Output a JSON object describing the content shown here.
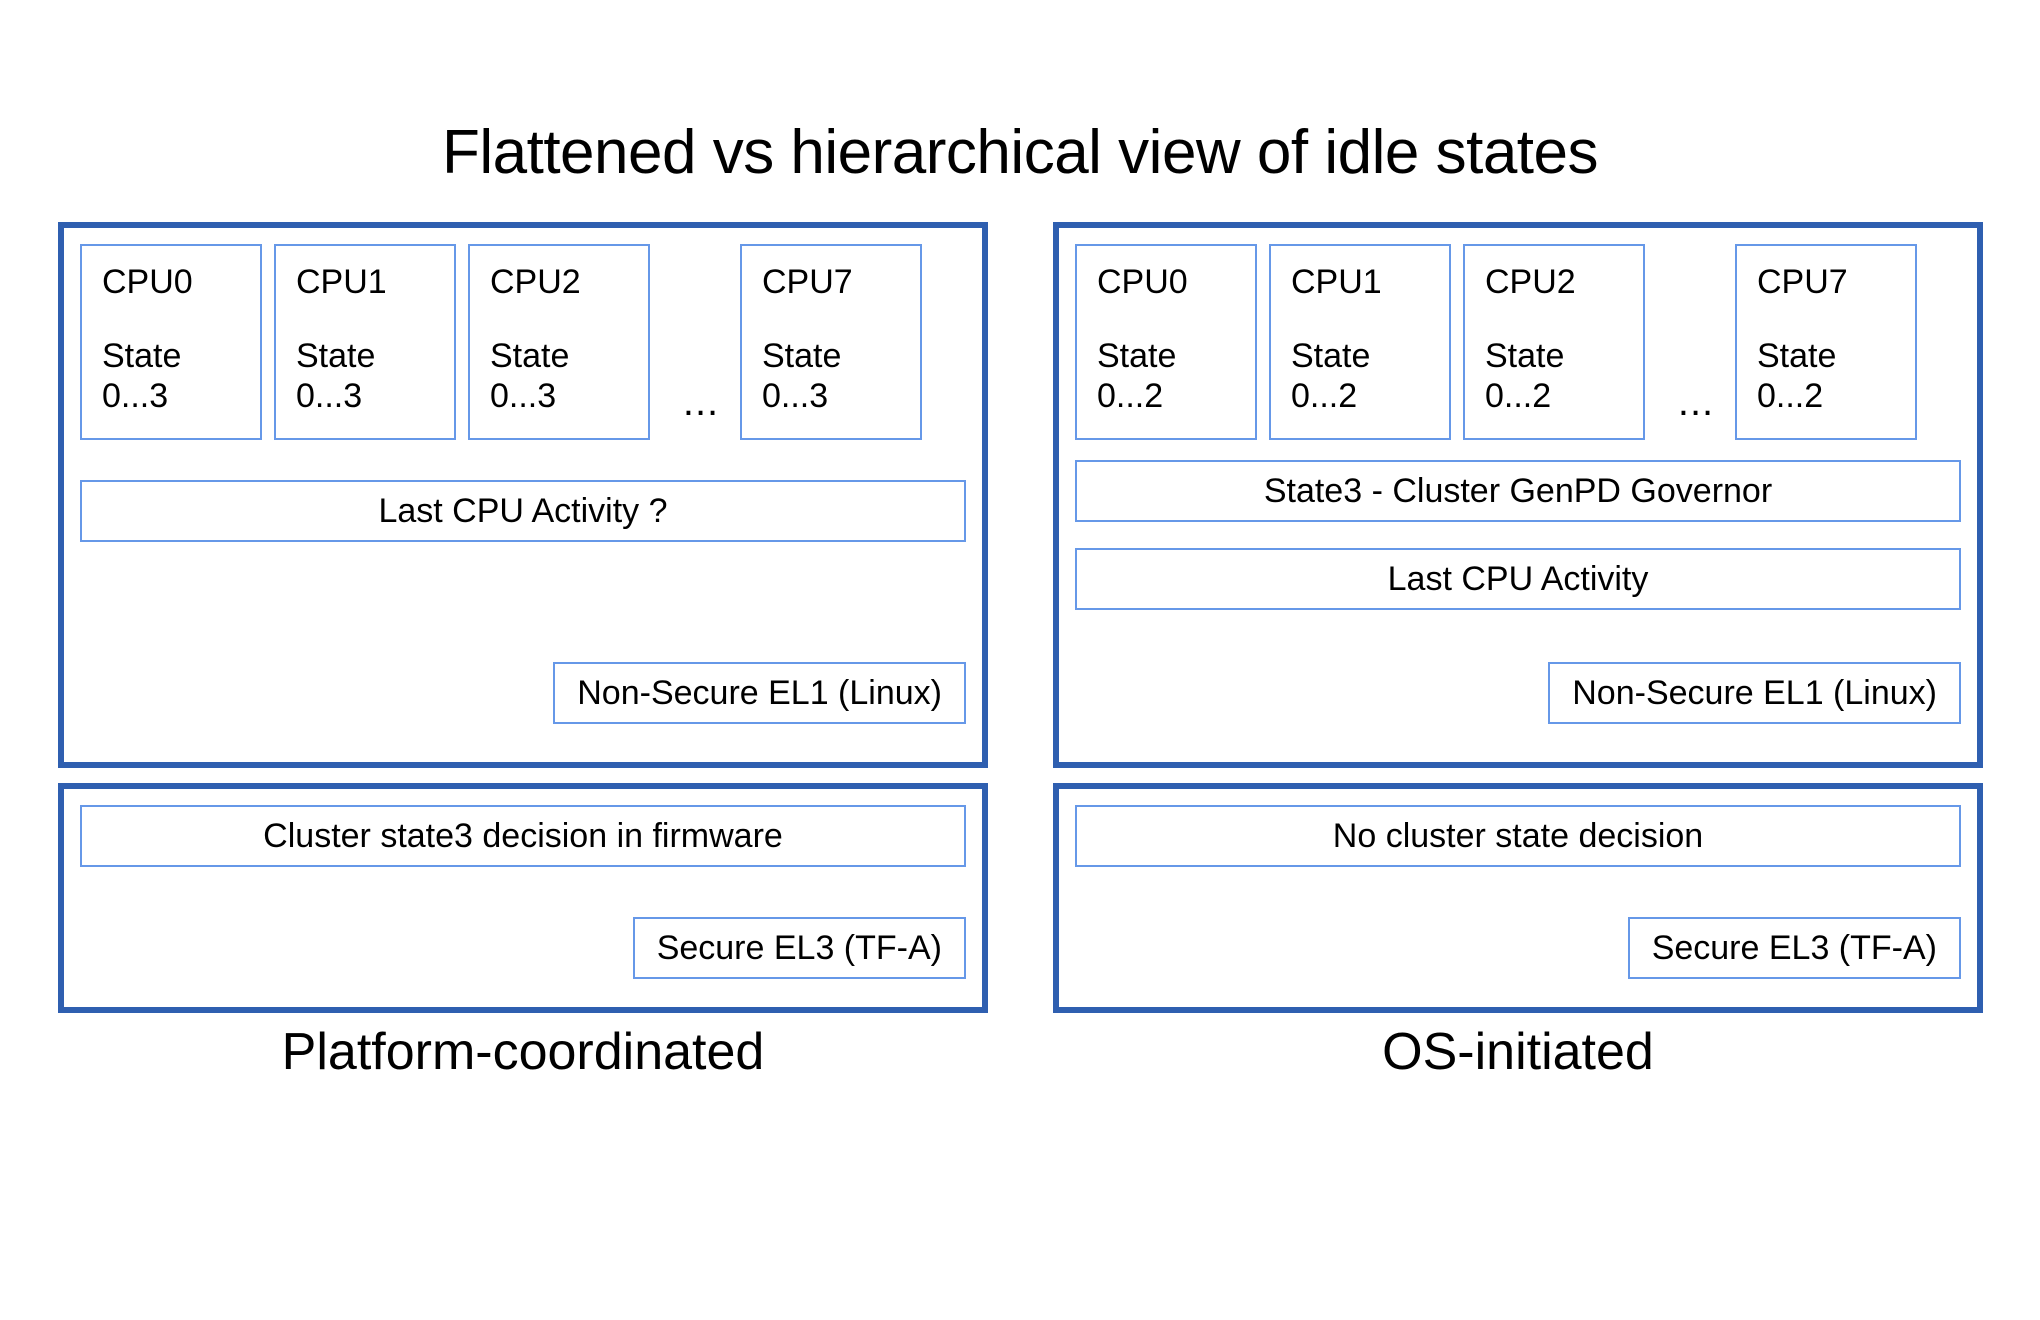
{
  "slide": {
    "title": "Flattened vs hierarchical view of idle states",
    "background_color": "#ffffff",
    "panel_border_color": "#2f5fb0",
    "box_border_color": "#6698e8",
    "text_color": "#000000"
  },
  "columns": [
    {
      "id": "platform-coordinated",
      "caption": "Platform-coordinated",
      "os_panel": {
        "cpus": [
          {
            "name": "CPU0",
            "state_label": "State",
            "state_range": "0...3"
          },
          {
            "name": "CPU1",
            "state_label": "State",
            "state_range": "0...3"
          },
          {
            "name": "CPU2",
            "state_label": "State",
            "state_range": "0...3"
          },
          {
            "name": "CPU7",
            "state_label": "State",
            "state_range": "0...3"
          }
        ],
        "ellipsis": "...",
        "rows": [
          "Last CPU Activity ?"
        ],
        "exception_level": "Non-Secure EL1 (Linux)"
      },
      "fw_panel": {
        "rows": [
          "Cluster state3 decision in firmware"
        ],
        "exception_level": "Secure EL3 (TF-A)"
      }
    },
    {
      "id": "os-initiated",
      "caption": "OS-initiated",
      "os_panel": {
        "cpus": [
          {
            "name": "CPU0",
            "state_label": "State",
            "state_range": "0...2"
          },
          {
            "name": "CPU1",
            "state_label": "State",
            "state_range": "0...2"
          },
          {
            "name": "CPU2",
            "state_label": "State",
            "state_range": "0...2"
          },
          {
            "name": "CPU7",
            "state_label": "State",
            "state_range": "0...2"
          }
        ],
        "ellipsis": "...",
        "rows": [
          "State3 - Cluster GenPD Governor",
          "Last CPU Activity"
        ],
        "exception_level": "Non-Secure EL1 (Linux)"
      },
      "fw_panel": {
        "rows": [
          "No cluster state decision"
        ],
        "exception_level": "Secure EL3 (TF-A)"
      }
    }
  ]
}
